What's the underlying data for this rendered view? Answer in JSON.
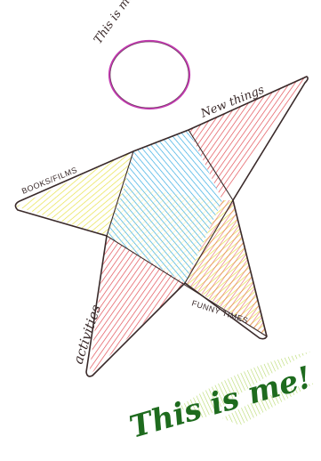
{
  "labels": {
    "head": "This is me!",
    "top_right_arm": "New things",
    "left_arm": "BOOKS/FILMS",
    "bottom_right_leg": "FUNNY TIMES",
    "bottom_left_leg": "activities",
    "footer_title": "This is me!"
  },
  "colors": {
    "outline": "#3a2a2a",
    "head": "#c23bb0",
    "red_hatch": "#e0434a",
    "blue_hatch": "#2aa6e0",
    "yellow_hatch": "#e7e24a",
    "green_text": "#1e6b1e",
    "green_swoosh": "#b6d96a"
  }
}
